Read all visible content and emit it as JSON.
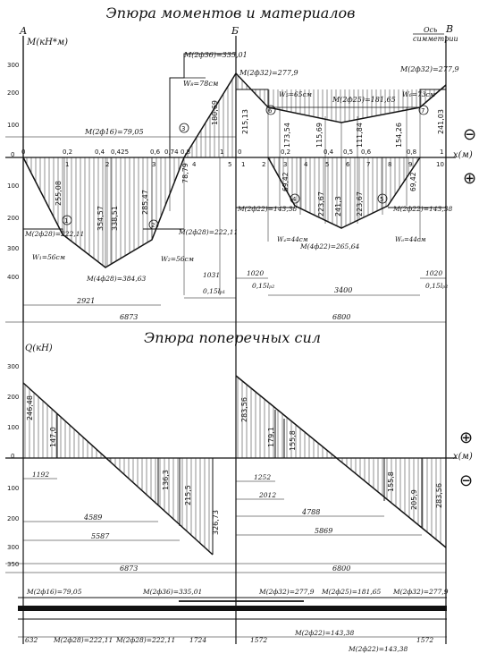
{
  "titles": {
    "moments": "Эпюра моментов и материалов",
    "shear": "Эпюра поперечных сил"
  },
  "supports": {
    "a": "А",
    "b": "Б",
    "c": "В",
    "axis_sym_1": "Ось",
    "axis_sym_2": "симметрии"
  },
  "axes": {
    "m_label": "M(кН*м)",
    "q_label": "Q(кН)",
    "x_label": "x(м)",
    "m_ticks": [
      "300",
      "200",
      "100",
      "0",
      "100",
      "200",
      "300",
      "400"
    ],
    "q_ticks": [
      "300",
      "200",
      "100",
      "0",
      "100",
      "200",
      "300",
      "350"
    ]
  },
  "signs": {
    "m_top": "⊖",
    "m_bot": "⊕",
    "q_top": "⊕",
    "q_bot": "⊖"
  },
  "span1": {
    "xmarks": [
      "0",
      "0,2",
      "0,4",
      "0,425",
      "0,6",
      "0,74",
      "0,8",
      "1"
    ],
    "xnums": [
      "1",
      "2",
      "3",
      "4",
      "5"
    ],
    "moments": [
      {
        "t": "255,08"
      },
      {
        "t": "354,57"
      },
      {
        "t": "338,51"
      },
      {
        "t": "285,47"
      },
      {
        "t": "78,79"
      },
      {
        "t": "180,69"
      }
    ],
    "labels": {
      "m16": "M(2ф16)=79,05",
      "m36": "M(2ф36)=335,01",
      "w8": "W₈=78см",
      "m28a": "M(2ф28)=222,11",
      "m28b": "M(2ф28)=222,11",
      "mmax": "M(4ф28)=384,63",
      "w1": "W₁=56см",
      "w2": "W₂=56см"
    },
    "circles": [
      "1",
      "2",
      "3"
    ],
    "dims": {
      "d1031": "1031",
      "d015": "0,15lₚ₁",
      "d2921": "2921",
      "d6873": "6873"
    }
  },
  "span2": {
    "xmarks": [
      "0",
      "0,2",
      "0,4",
      "0,5",
      "0,6",
      "0,8",
      "1"
    ],
    "xnums": [
      "1",
      "2",
      "3",
      "4",
      "5",
      "6",
      "7",
      "8",
      "9",
      "10"
    ],
    "moments": [
      {
        "t": "215,13"
      },
      {
        "t": "173,54"
      },
      {
        "t": "115,69"
      },
      {
        "t": "111,84"
      },
      {
        "t": "154,26"
      },
      {
        "t": "241,03"
      },
      {
        "t": "69,42"
      },
      {
        "t": "223,67"
      },
      {
        "t": "241,3"
      },
      {
        "t": "223,67"
      },
      {
        "t": "69,42"
      }
    ],
    "labels": {
      "m32a": "M(2ф32)=277,9",
      "m32b": "M(2ф32)=277,9",
      "m25": "M(2ф25)=181,65",
      "w5": "W₅=65см",
      "w6": "W₆=73см",
      "m22a": "M(2ф22)=143,38",
      "m22b": "M(2ф22)=143,38",
      "mmax": "M(4ф22)=265,64",
      "w4": "W₄=44см",
      "w6b": "W₆=44см"
    },
    "circles": [
      "6",
      "4",
      "5",
      "7"
    ],
    "dims": {
      "d1020a": "1020",
      "d1020b": "1020",
      "d015a": "0,15lₚ₂",
      "d015b": "0,15lₚ₂",
      "d3400": "3400",
      "d6800": "6800"
    }
  },
  "shear1": {
    "v1": "246,48",
    "v2": "147,0",
    "v3": "136,3",
    "v4": "215,5",
    "v5": "326,73",
    "d1": "1192",
    "d2": "4589",
    "d3": "5587",
    "d4": "6873"
  },
  "shear2": {
    "v1": "283,56",
    "v2": "179,1",
    "v3": "155,8",
    "v4": "155,8",
    "v5": "205,9",
    "v6": "283,56",
    "d1": "1252",
    "d2": "2012",
    "d3": "4788",
    "d4": "5869",
    "d5": "6800"
  },
  "bars": {
    "b1": "M(2ф16)=79,05",
    "b2": "M(2ф36)=335,01",
    "b3": "M(2ф32)=277,9",
    "b4": "M(2ф25)=181,65",
    "b5": "M(2ф32)=277,9",
    "b6": "M(2ф28)=222,11",
    "b7": "M(2ф28)=222,11",
    "b8": "M(2ф22)=143,38",
    "b9": "M(2ф22)=143,38",
    "d632": "632",
    "d1724": "1724",
    "d1572a": "1572",
    "d1572b": "1572"
  }
}
